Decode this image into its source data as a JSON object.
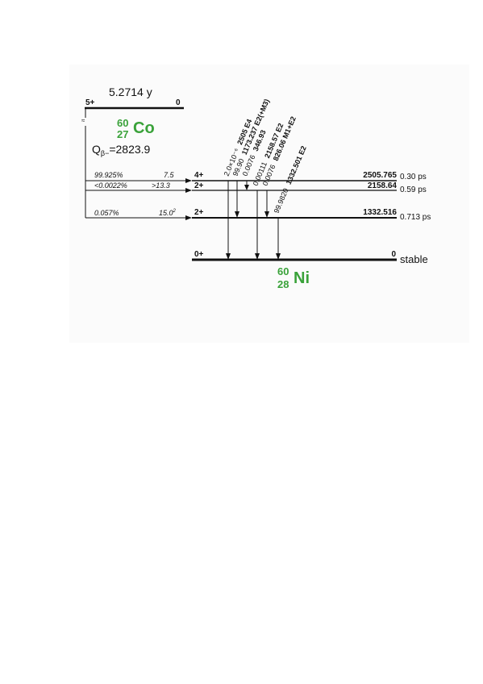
{
  "parent": {
    "half_life": "5.2714 y",
    "spin": "5+",
    "energy": "0",
    "mass_number": "60",
    "atomic_number": "27",
    "symbol": "Co",
    "q_value": "Q",
    "q_sub": "β−",
    "q_rest": "=2823.9"
  },
  "daughter": {
    "mass_number": "60",
    "atomic_number": "28",
    "symbol": "Ni"
  },
  "levels": [
    {
      "id": "4plus",
      "spin": "4+",
      "energy": "2505.765",
      "lifetime": "0.30 ps",
      "feeding": "99.925%",
      "logft": "7.5"
    },
    {
      "id": "2plus-high",
      "spin": "2+",
      "energy": "2158.64",
      "lifetime": "0.59 ps",
      "feeding": "<0.0022%",
      "logft": ">13.3"
    },
    {
      "id": "2plus-low",
      "spin": "2+",
      "energy": "1332.516",
      "lifetime": "0.713 ps",
      "feeding": "0.057%",
      "logft": "15.0"
    },
    {
      "id": "ground",
      "spin": "0+",
      "energy": "0",
      "lifetime": "stable",
      "feeding": "",
      "logft": ""
    }
  ],
  "logft_superscript": "2",
  "gammas": [
    {
      "id": "g2505",
      "intensity": "2.0×10⁻⁶",
      "label": "2505 E4"
    },
    {
      "id": "g1173",
      "intensity": "99.90",
      "label": "1173.237 E2(+M3)"
    },
    {
      "id": "g347",
      "intensity": "0.0076",
      "label": "346.93"
    },
    {
      "id": "g2158",
      "intensity": "0.00111",
      "label": "2158.57 E2"
    },
    {
      "id": "g826",
      "intensity": "0.0076",
      "label": "826.06 M1+E2"
    },
    {
      "id": "g1332",
      "intensity": "99.9820",
      "label": "1332.501 E2"
    }
  ],
  "colors": {
    "nuclide": "#3aa23a",
    "lines": "#111111"
  }
}
